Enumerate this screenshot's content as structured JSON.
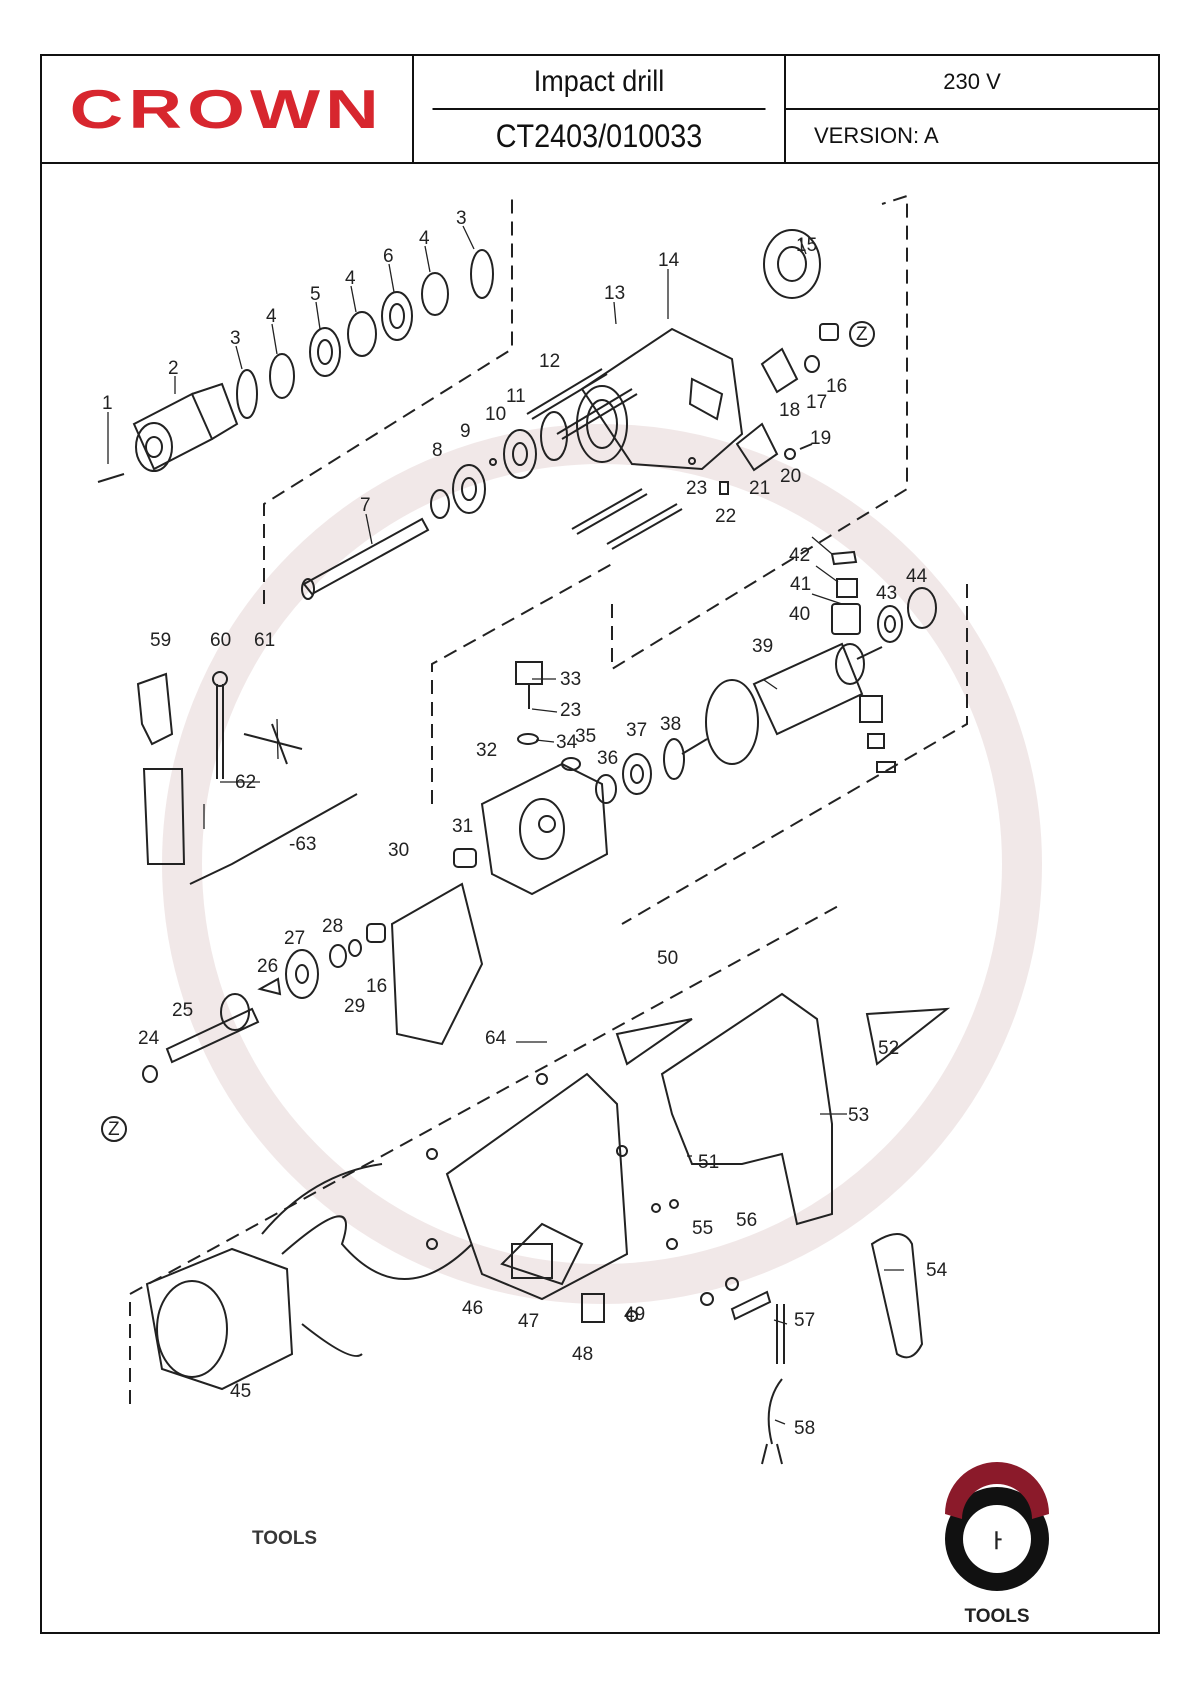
{
  "header": {
    "brand": "CROWN",
    "title": "Impact drill",
    "model": "CT2403/010033",
    "voltage": "230 V",
    "version": "VERSION: A"
  },
  "watermark": {
    "text": "TOOLS"
  },
  "corner_logo": {
    "text": "TOOLS"
  },
  "colors": {
    "brand_red": "#d7262e",
    "line": "#222222",
    "watermark": "#e9e9e9",
    "logo_red": "#8b1a2a"
  },
  "callouts": [
    "1",
    "2",
    "3",
    "3",
    "4",
    "4",
    "4",
    "5",
    "6",
    "7",
    "8",
    "9",
    "10",
    "11",
    "12",
    "13",
    "14",
    "15",
    "16",
    "16",
    "17",
    "18",
    "19",
    "20",
    "21",
    "22",
    "23",
    "23",
    "24",
    "25",
    "26",
    "27",
    "28",
    "29",
    "30",
    "31",
    "32",
    "33",
    "34",
    "35",
    "36",
    "37",
    "38",
    "39",
    "40",
    "41",
    "42",
    "43",
    "44",
    "45",
    "46",
    "47",
    "48",
    "49",
    "50",
    "51",
    "52",
    "53",
    "54",
    "55",
    "56",
    "57",
    "58",
    "59",
    "60",
    "61",
    "62",
    "-63",
    "64",
    "Z",
    "Z"
  ]
}
